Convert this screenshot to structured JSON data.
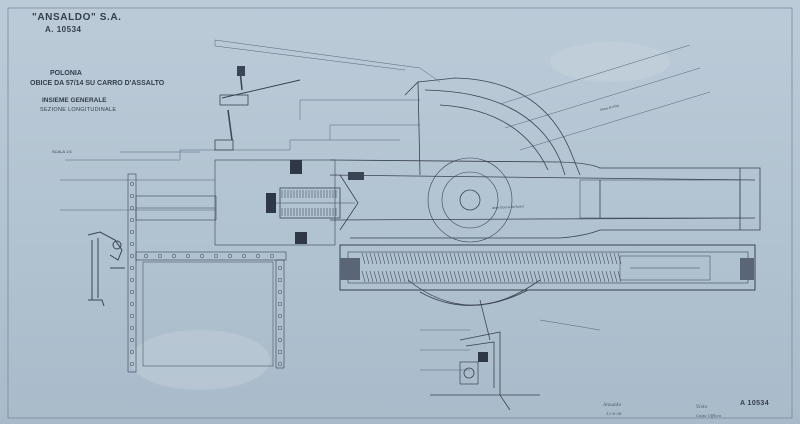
{
  "title_block": {
    "company": "\"ANSALDO\" S.A.",
    "drawing_number": "A. 10534",
    "country": "POLONIA",
    "subject": "OBICE DA 57/14 SU CARRO D'ASSALTO",
    "assembly": "INSIEME GENERALE",
    "section": "SEZIONE LONGITUDINALE",
    "scale": "SCALA 1:5"
  },
  "annotations": {
    "upper_note": "linea di mira",
    "lower_note": "asse bocca da fuoco"
  },
  "sheet_number": "A 10534",
  "signatures": {
    "drafter_name": "Ansaldo",
    "drafter_date": "12-6-38",
    "checker_name": "Visto",
    "checker_role": "Capo Ufficio"
  },
  "colors": {
    "paper": "#b3c4d2",
    "ink": "#343e4c",
    "light_ink": "#56647a"
  }
}
